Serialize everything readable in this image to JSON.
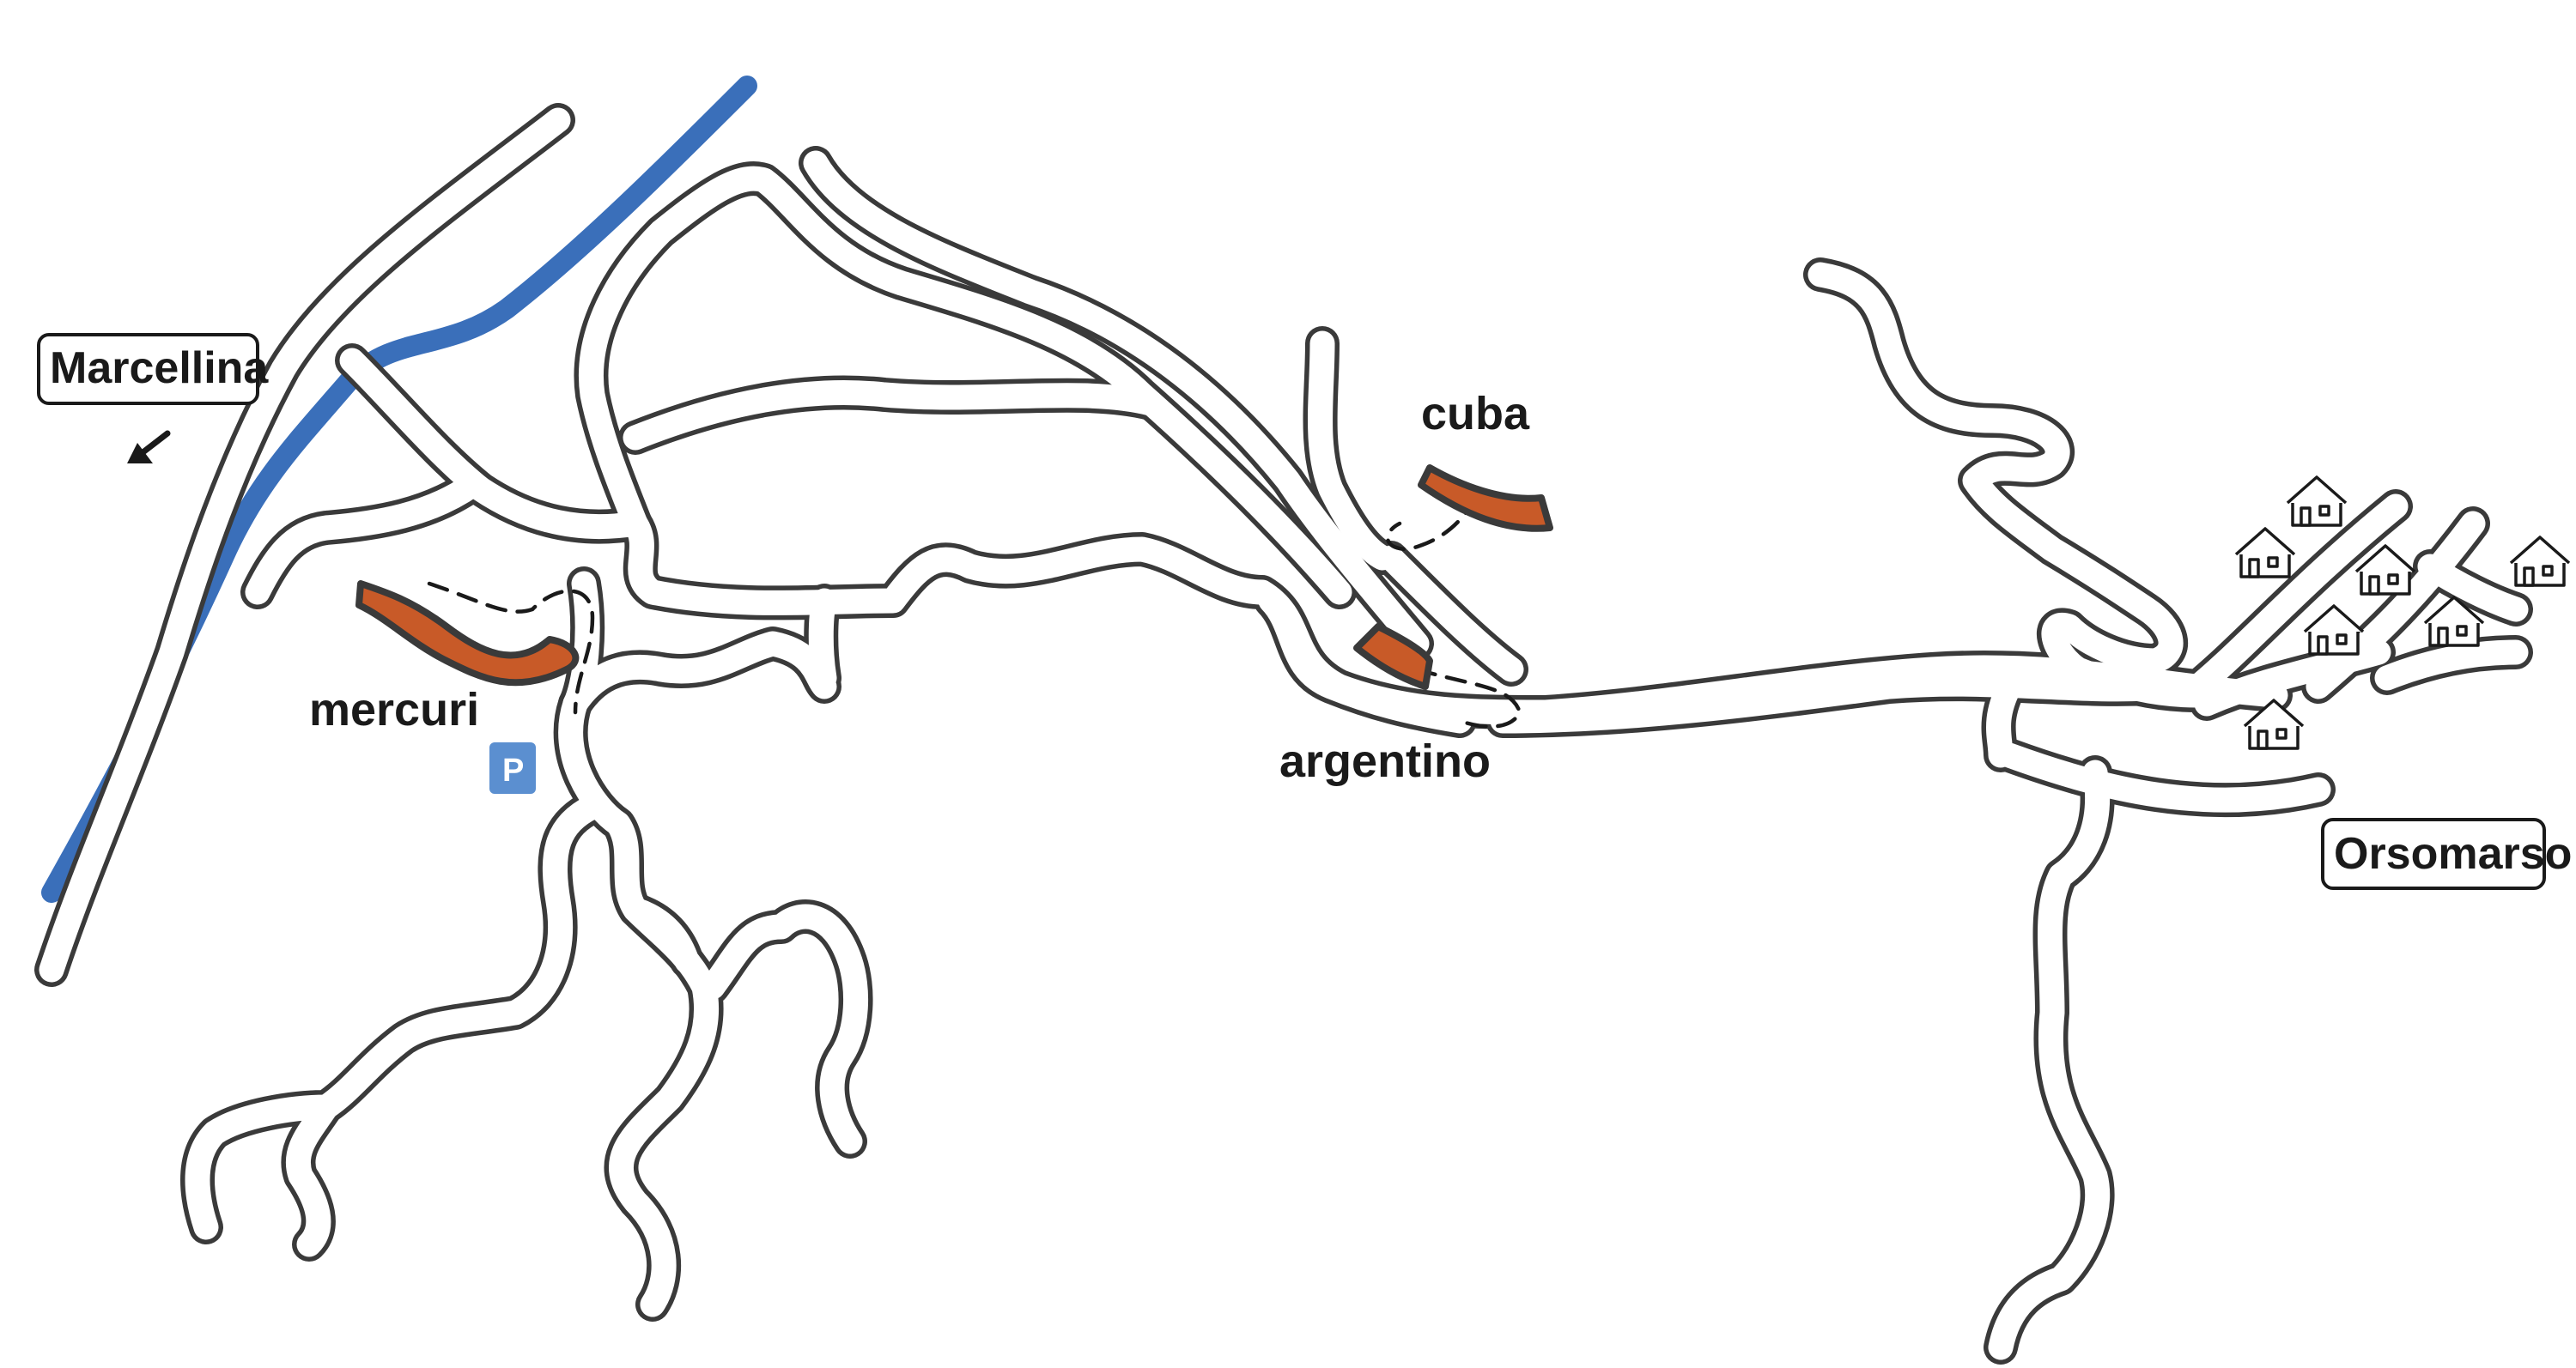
{
  "towns": {
    "marcellina": "Marcellina",
    "orsomarso": "Orsomarso"
  },
  "sectors": {
    "mercuri": "mercuri",
    "cuba": "cuba",
    "argentino": "argentino"
  },
  "parking": "P",
  "colors": {
    "river": "#3a6fba",
    "sector": "#c85a28",
    "parking": "#5b8fd0",
    "road_outline": "#3a3a3a"
  },
  "icons": {
    "direction_arrow": "arrow-down-left-icon",
    "village": "house-icon",
    "parking": "parking-icon"
  }
}
